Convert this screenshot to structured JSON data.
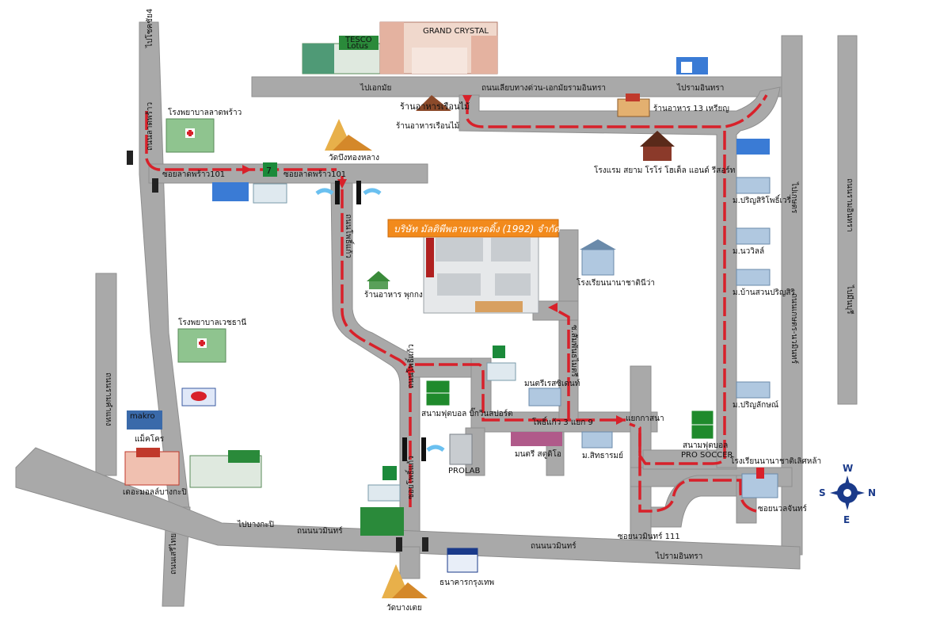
{
  "colors": {
    "road": "#a9a9a9",
    "route": "#d8212a",
    "banner": "#f28a1c",
    "field": "#1f8a2c",
    "hospital": "#7fb57f"
  },
  "company_banner": "บริษัท มัลติพีพลายเทรดดิ้ง (1992) จำกัด",
  "compass": {
    "north": "N",
    "south": "S",
    "east": "E",
    "west": "W"
  },
  "logos": {
    "tesco": "TESCO",
    "lotus": "Lotus",
    "grand_crystal": "GRAND CRYSTAL",
    "makro": "makro",
    "seven_eleven": "7",
    "restaurant_sign": "ร้านอาหารเรือนไม้"
  },
  "roads": {
    "to_ekkamai": "ไปเอกมัย",
    "expressway": "ถนนเลียบทางด่วน-เอกมัยรามอินทรา",
    "to_ramintra_top": "ไปรามอินทรา",
    "to_chokchai4": "ไปโชคชัย4",
    "lat_phrao_road": "ถนนลาดพร้าว",
    "soi_lat_phrao_101_left": "ซอยลาดพร้าว101",
    "soi_lat_phrao_101_right": "ซอยลาดพร้าว101",
    "phokaeo_top": "ถนนโพธิ์แก้ว",
    "phokaeo_mid": "ถนนโพธิ์แก้ว",
    "soi_phokaeo": "ซอยโพธิ์แก้ว",
    "nawamin_road_left": "ถนนนวมินทร์",
    "nawamin_road_right": "ถนนนวมินทร์",
    "to_bangkapi": "ไปบางกะปิ",
    "to_ramintra_bottom": "ไปรามอินทรา",
    "ramkhamhaeng": "ถนนรามคำแหง",
    "serithai": "ถนนเสรีไทย",
    "kaset_nawamin": "ถนนเกษตร-นวมินทร์",
    "to_kaset": "ไปเกษตร",
    "ramintra_right": "ถนนรามอินทรา",
    "to_minburi": "ไปมีนบุรี",
    "soi_nawamin_111": "ซอยนวมินทร์ 111",
    "phokaeo_3_junction": "โพธิ์แก้ว 3 แยก 9",
    "yaek_kasana": "แยกกาสนา",
    "soi_nuanchan": "ซอยนวลจันทร์",
    "soi_sampanthaiya": "ซ.สัมพันธไมตรี"
  },
  "places": {
    "grand_crystal": "GRAND CRYSTAL",
    "restaurant_ruenmai": "ร้านอาหารเรือนไม้",
    "restaurant_13": "ร้านอาหาร 13 เหรียญ",
    "hotel_siam": "โรงแรม สยาม โรโร่ โฮเต็ล แอนด์ รีสอร์ท",
    "latphrao_hospital": "โรงพยาบาลลาดพร้าว",
    "temple_bueng": "วัดบึงทองหลาง",
    "restaurant_phukong": "ร้านอาหาร พุกกง",
    "vejthani_hospital": "โรงพยาบาลเวชธานี",
    "makro": "แม็คโคร",
    "mall_bangkapi": "เดอะมอลล์บางกะปิ",
    "nichada_school": "โรงเรียนนานาชาตินีว่า",
    "mont_residence": "มนตรีเรสซิเดนท์",
    "football_field_bigwin": "สนามฟุตบอล บิ๊กวินสปอร์ต",
    "prolab": "PROLAB",
    "montree_studio": "มนตรี สตูดิโอ",
    "sitharom": "ม.สิทธารมย์",
    "pro_soccer_field": "สนามฟุตบอล",
    "pro_soccer_name": "PRO SOCCER",
    "school_cheshire": "โรงเรียนนานาชาติเลิศหล้า",
    "bangkok_bank": "ธนาคารกรุงเทพ",
    "temple_bangkhen": "วัดบางเตย",
    "village_sirisak": "ม.ปริญสิริโพธิ์เวรี่",
    "village_nawawit": "ม.นววิลล์",
    "village_baansuan": "ม.บ้านสวนปริญสิริ",
    "village_prinlak": "ม.ปริญลักษณ์"
  }
}
